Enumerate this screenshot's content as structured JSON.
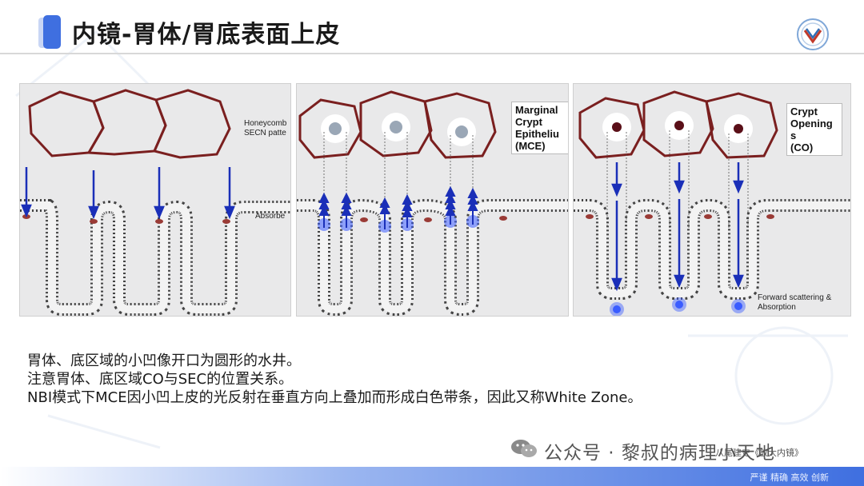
{
  "slide": {
    "title": "内镜-胃体/胃底表面上皮",
    "body_lines": [
      "胃体、底区域的小凹像开口为圆形的水井。",
      "注意胃体、底区域CO与SEC的位置关系。",
      "NBI模式下MCE因小凹上皮的光反射在垂直方向上叠加而形成白色带条，因此又称White Zone。"
    ],
    "watermark": "公众号 · 黎叔的病理小天地",
    "credit": "八尾建史《放大内镜》",
    "footer_text": "严谨  精确  高效  创新"
  },
  "figure": {
    "panel1": {
      "label_top": [
        "Honeycomb",
        "SECN patte"
      ],
      "label_mid": "Absorbe"
    },
    "panel2": {
      "box_lines": [
        "Marginal",
        "Crypt",
        "Epitheliu",
        "(MCE)"
      ]
    },
    "panel3": {
      "box_lines": [
        "Crypt",
        "Opening",
        "s",
        "(CO)"
      ],
      "label_bottom": [
        "Forward scattering &",
        "Absorption"
      ]
    }
  },
  "colors": {
    "accent": "#3f6fe0",
    "honeycomb": "#7a1f1f",
    "arrow": "#1a2fb8",
    "glow": "#3a5cff"
  }
}
